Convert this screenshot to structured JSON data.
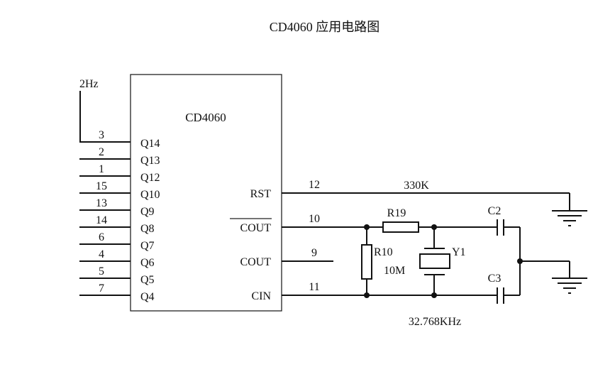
{
  "title": "CD4060 应用电路图",
  "ic": {
    "name": "CD4060",
    "left_pins": [
      {
        "pin": "3",
        "label": "Q14"
      },
      {
        "pin": "2",
        "label": "Q13"
      },
      {
        "pin": "1",
        "label": "Q12"
      },
      {
        "pin": "15",
        "label": "Q10"
      },
      {
        "pin": "13",
        "label": "Q9"
      },
      {
        "pin": "14",
        "label": "Q8"
      },
      {
        "pin": "6",
        "label": "Q7"
      },
      {
        "pin": "4",
        "label": "Q6"
      },
      {
        "pin": "5",
        "label": "Q5"
      },
      {
        "pin": "7",
        "label": "Q4"
      }
    ],
    "right_pins": [
      {
        "pin": "12",
        "label": "RST",
        "overline": false
      },
      {
        "pin": "10",
        "label": "COUT",
        "overline": true
      },
      {
        "pin": "9",
        "label": "COUT",
        "overline": false
      },
      {
        "pin": "11",
        "label": "CIN",
        "overline": false
      }
    ]
  },
  "output_label": "2Hz",
  "components": {
    "rst_resistor_value": "330K",
    "r19": "R19",
    "r10": "R10",
    "r10_value": "10M",
    "y1": "Y1",
    "crystal_freq": "32.768KHz",
    "c2": "C2",
    "c3": "C3"
  }
}
